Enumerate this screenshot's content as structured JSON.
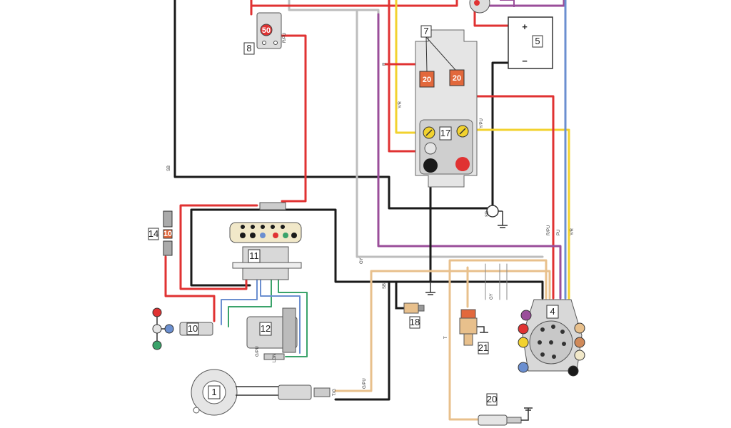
{
  "diagram": {
    "components": [
      {
        "id": "c1",
        "number": "1"
      },
      {
        "id": "c4",
        "number": "4"
      },
      {
        "id": "c5",
        "number": "5"
      },
      {
        "id": "c7",
        "number": "7"
      },
      {
        "id": "c8",
        "number": "8"
      },
      {
        "id": "c10",
        "number": "10"
      },
      {
        "id": "c11",
        "number": "11"
      },
      {
        "id": "c12",
        "number": "12"
      },
      {
        "id": "c14",
        "number": "14"
      },
      {
        "id": "c17",
        "number": "17"
      },
      {
        "id": "c18",
        "number": "18"
      },
      {
        "id": "c20",
        "number": "20"
      },
      {
        "id": "c21",
        "number": "21"
      }
    ],
    "breaker_rating": "50",
    "fuse_left": "20",
    "fuse_right": "20",
    "small_fuse": "10",
    "battery_plus": "+",
    "battery_minus": "−",
    "wire_labels": {
      "sb_left": "SB",
      "rpu_top": "R/PU",
      "r_upper": "R",
      "yr": "Y/R",
      "ypu": "Y/PU",
      "sb_right": "SB",
      "rpu_right": "R/PU",
      "pu": "PU",
      "yr2": "Y/R",
      "gy": "GY",
      "t": "T",
      "t2": "T/G",
      "sb2": "SB",
      "gpu": "G/PU",
      "g_pu": "G/PU",
      "lgn": "LGN",
      "gy2": "GY"
    },
    "colors": {
      "red": "#e03232",
      "black": "#1a1a1a",
      "yellow": "#f2d22e",
      "gray": "#bfbfbf",
      "purple": "#9a4e9a",
      "blue": "#6b8fd0",
      "tan": "#e8c08c",
      "green": "#3aa36a",
      "orange": "#e2683c"
    }
  }
}
